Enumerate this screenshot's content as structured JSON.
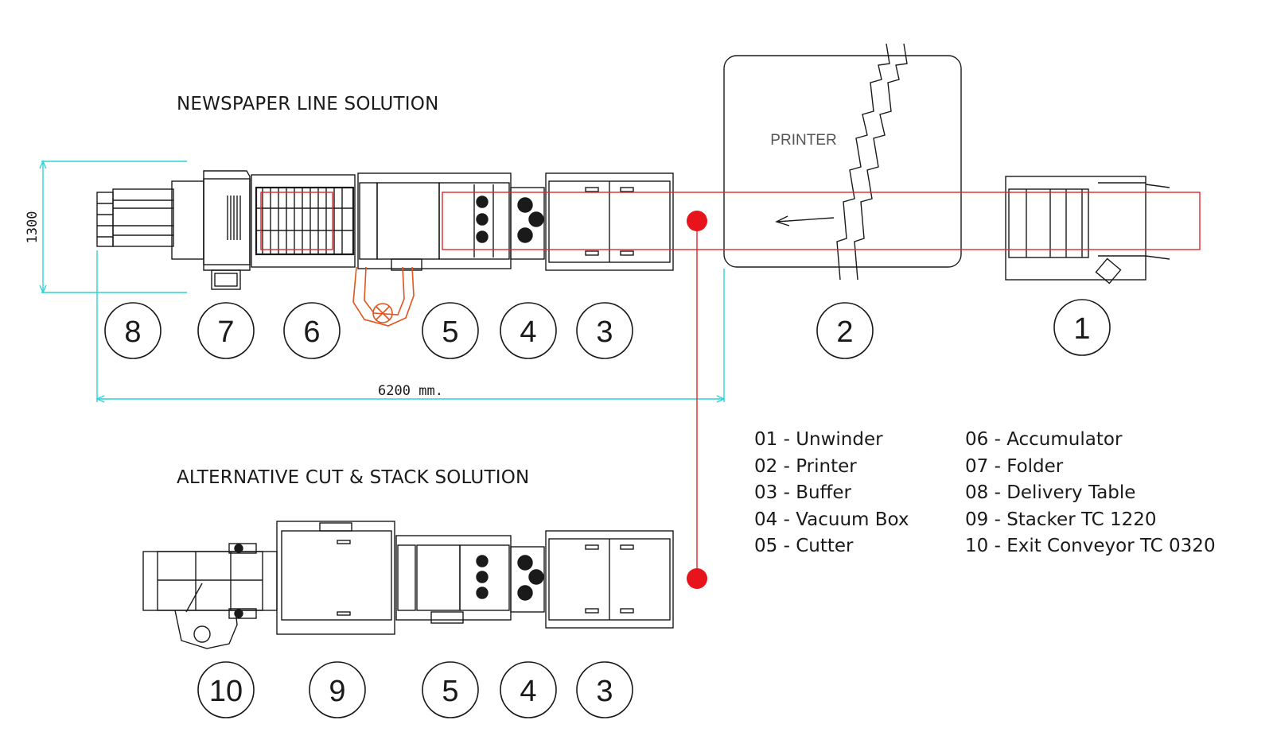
{
  "titles": {
    "newspaper": "NEWSPAPER LINE SOLUTION",
    "alternative": "ALTERNATIVE CUT & STACK SOLUTION"
  },
  "dimensions": {
    "width": "6200 mm.",
    "height": "1300"
  },
  "printer_label": "PRINTER",
  "top_line_numbers": [
    "8",
    "7",
    "6",
    "5",
    "4",
    "3",
    "2",
    "1"
  ],
  "bottom_line_numbers": [
    "10",
    "9",
    "5",
    "4",
    "3"
  ],
  "legend": {
    "left": [
      "01 - Unwinder",
      "02 - Printer",
      "03 - Buffer",
      "04 - Vacuum Box",
      "05 - Cutter"
    ],
    "right": [
      "06 - Accumulator",
      "07 - Folder",
      "08 - Delivery Table",
      "09 - Stacker TC 1220",
      "10 - Exit Conveyor TC 0320"
    ]
  },
  "colors": {
    "line": "#1a1a1a",
    "dimension": "#2ad4d8",
    "paper_path": "#e2262b",
    "operator": "#e0541e"
  }
}
